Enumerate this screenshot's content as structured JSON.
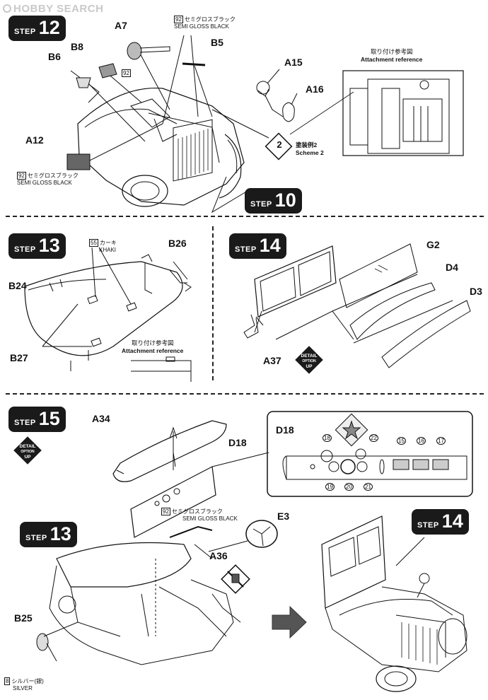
{
  "watermark": "HOBBY SEARCH",
  "steps": {
    "s12": {
      "word": "STEP",
      "num": "12"
    },
    "s10": {
      "word": "STEP",
      "num": "10"
    },
    "s13": {
      "word": "STEP",
      "num": "13"
    },
    "s14": {
      "word": "STEP",
      "num": "14"
    },
    "s15": {
      "word": "STEP",
      "num": "15"
    },
    "s13b": {
      "word": "STEP",
      "num": "13"
    },
    "s14b": {
      "word": "STEP",
      "num": "14"
    }
  },
  "parts": {
    "a7": "A7",
    "b5": "B5",
    "b8": "B8",
    "b6": "B6",
    "a12": "A12",
    "a15": "A15",
    "a16": "A16",
    "b26": "B26",
    "b24": "B24",
    "b27": "B27",
    "g2": "G2",
    "d4": "D4",
    "d3": "D3",
    "a37": "A37",
    "a34": "A34",
    "d18": "D18",
    "e3": "E3",
    "a36": "A36",
    "b25": "B25"
  },
  "paints": {
    "p92_top": {
      "num": "92",
      "jp": "セミグロスブラック",
      "en": "SEMI GLOSS BLACK"
    },
    "p92_b8": {
      "num": "92"
    },
    "p92_a12": {
      "num": "92",
      "jp": "セミグロスブラック",
      "en": "SEMI GLOSS BLACK"
    },
    "p55": {
      "num": "55",
      "jp": "カーキ",
      "en": "KHAKI"
    },
    "p92_s15": {
      "num": "92",
      "jp": "セミグロスブラック",
      "en": "SEMI GLOSS BLACK"
    },
    "p8": {
      "num": "8",
      "jp": "シルバー(銀)",
      "en": "SILVER"
    }
  },
  "notes": {
    "attach_ref_jp": "取り付け参考図",
    "attach_ref_en": "Attachment reference",
    "scheme_jp": "塗装例2",
    "scheme_en": "Scheme 2",
    "scheme_badge": "2"
  },
  "detail_up": {
    "line1": "DETAIL",
    "line2": "OPTION",
    "line3": "UP"
  },
  "gauges": [
    "18",
    "22",
    "19",
    "20",
    "21",
    "15",
    "16",
    "17"
  ]
}
